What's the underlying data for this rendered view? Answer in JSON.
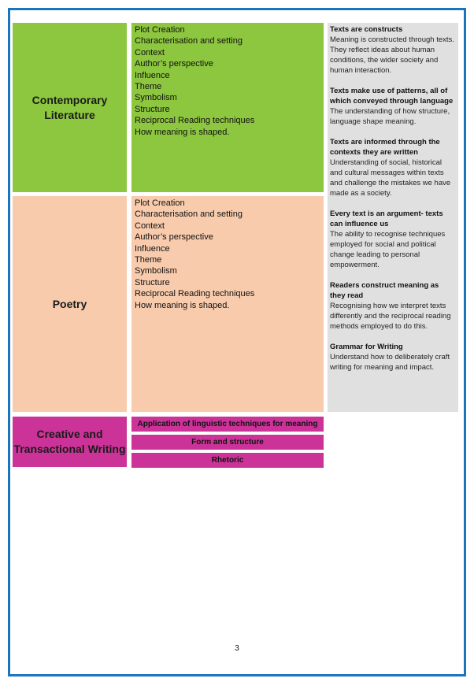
{
  "sections": {
    "contemporary": {
      "heading": "Contemporary Literature",
      "items": [
        "Plot Creation",
        "Characterisation and setting",
        "Context",
        "Author’s perspective",
        "Influence",
        "Theme",
        "Symbolism",
        "Structure",
        "Reciprocal Reading techniques",
        "How meaning is shaped."
      ]
    },
    "poetry": {
      "heading": "Poetry",
      "items": [
        "Plot Creation",
        "Characterisation and setting",
        "Context",
        "Author’s perspective",
        "Influence",
        "Theme",
        "Symbolism",
        "Structure",
        "Reciprocal Reading techniques",
        "How meaning is shaped."
      ]
    },
    "writing": {
      "heading": "Creative and Transactional Writing",
      "items": [
        "Application of linguistic techniques for meaning",
        "Form and structure",
        "Rhetoric"
      ]
    }
  },
  "concepts": [
    {
      "title": "Texts are constructs",
      "body": "Meaning is constructed through texts. They reflect ideas about human conditions, the wider society and human interaction."
    },
    {
      "title": "Texts make use of patterns, all of which conveyed through language",
      "body": "The understanding of how structure, language shape meaning."
    },
    {
      "title": "Texts are informed through the contexts they are written",
      "body": "Understanding of social, historical and cultural messages within texts and challenge the mistakes we have made as a society."
    },
    {
      "title": "Every text is an argument- texts can influence us",
      "body": "The ability to recognise techniques employed for social and political change leading to personal empowerment."
    },
    {
      "title": "Readers construct meaning as they read",
      "body": "Recognising how we interpret texts differently and the reciprocal reading methods employed to do this."
    },
    {
      "title": "Grammar for Writing",
      "body": "Understand how to deliberately craft writing for meaning and impact."
    }
  ],
  "page_number": "3",
  "colors": {
    "frame": "#1b75bc",
    "green": "#8dc63f",
    "peach": "#f8cbad",
    "magenta": "#cc3399",
    "grey": "#e0e0e0"
  }
}
